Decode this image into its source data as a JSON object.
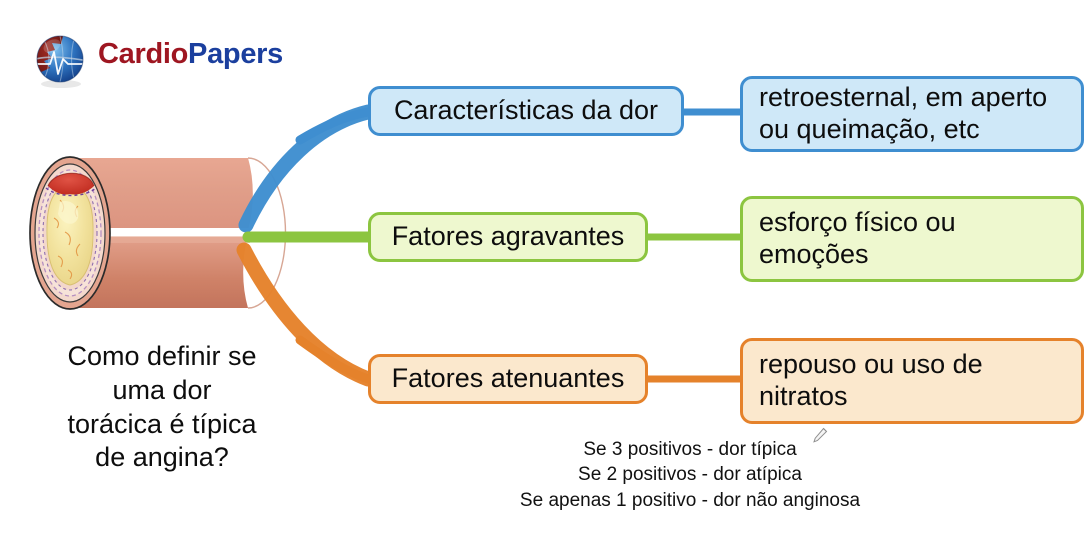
{
  "brand": {
    "name_part1": "Cardio",
    "name_part2": "Papers",
    "logo_icon": "globe-ecg-icon",
    "color_part1": "#9e1621",
    "color_part2": "#1b3f9e"
  },
  "illustration": {
    "name": "atherosclerotic-artery-cross-section",
    "vessel_wall_color": "#dd9580",
    "plaque_color": "#f0e09a",
    "thrombus_color": "#cf3426"
  },
  "question": {
    "text": "Como definir se\numa dor\ntorácica é típica\nde angina?"
  },
  "branches": [
    {
      "id": "caracteristicas",
      "accent": "#3f8ed0",
      "fill": "#cfe8f8",
      "criterion_label": "Características da dor",
      "detail_label": "retroesternal, em aperto\nou queimação, etc"
    },
    {
      "id": "agravantes",
      "accent": "#8cc540",
      "fill": "#eef8cf",
      "criterion_label": "Fatores agravantes",
      "detail_label": "esforço físico ou\nemoções"
    },
    {
      "id": "atenuantes",
      "accent": "#e5822b",
      "fill": "#fbe8cd",
      "criterion_label": "Fatores atenuantes",
      "detail_label": "repouso ou uso de\nnitratos"
    }
  ],
  "footer": {
    "rules": "Se 3 positivos - dor típica\nSe 2 positivos - dor atípica\nSe apenas 1 positivo - dor não anginosa"
  }
}
